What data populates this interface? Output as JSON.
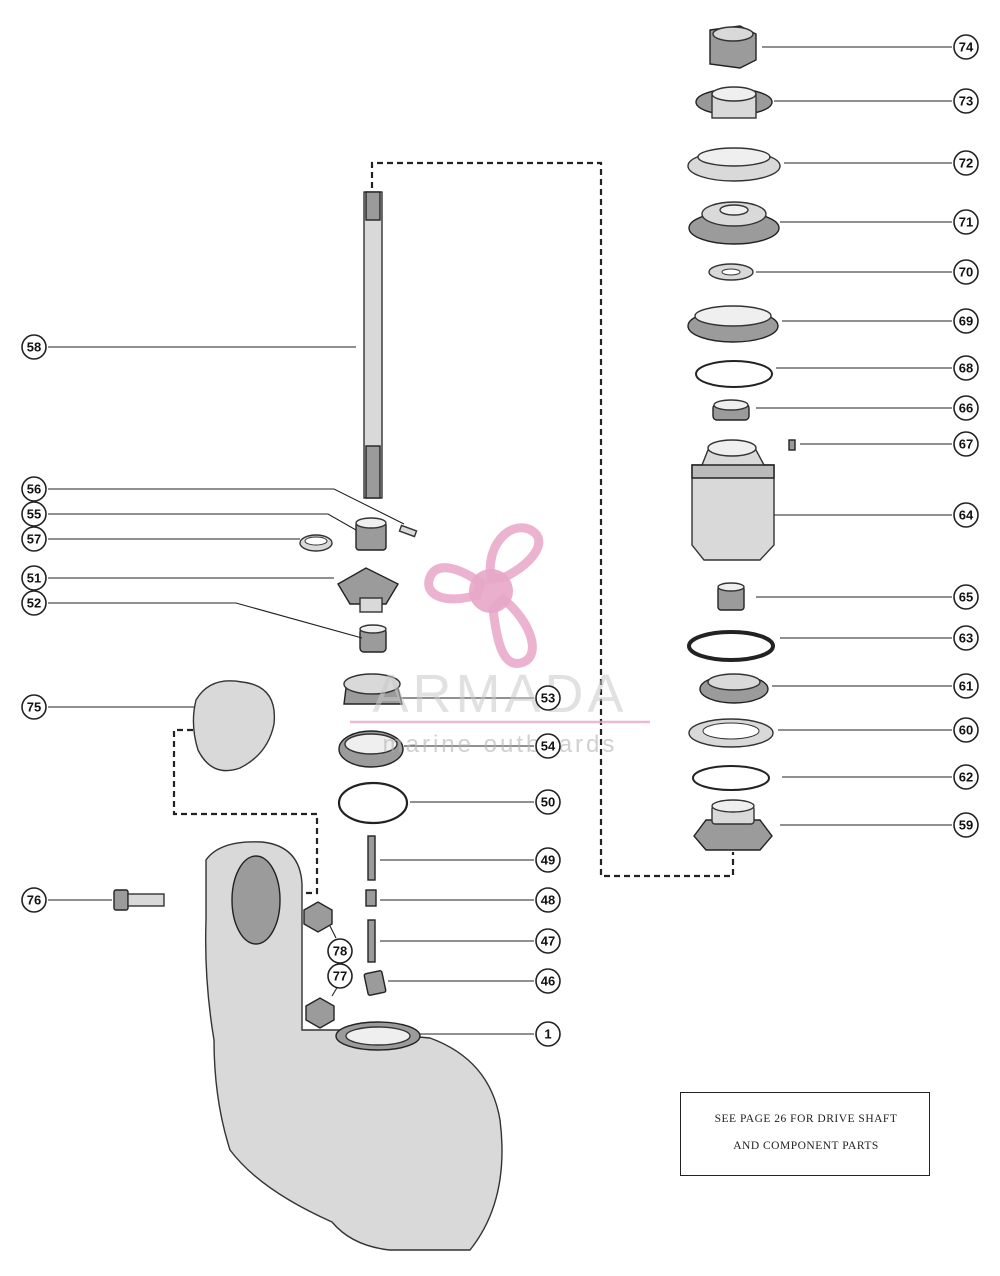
{
  "watermark": {
    "title": "ARMADA",
    "subtitle": "marine outboards",
    "color": "#e7a6c8"
  },
  "note": {
    "line1": "SEE PAGE 26 FOR DRIVE SHAFT",
    "line2": "AND COMPONENT PARTS"
  },
  "callouts": {
    "c74": "74",
    "c73": "73",
    "c72": "72",
    "c71": "71",
    "c70": "70",
    "c69": "69",
    "c68": "68",
    "c66": "66",
    "c67": "67",
    "c64": "64",
    "c65": "65",
    "c63": "63",
    "c61": "61",
    "c60": "60",
    "c62": "62",
    "c59": "59",
    "c58": "58",
    "c56": "56",
    "c55": "55",
    "c57": "57",
    "c51": "51",
    "c52": "52",
    "c75": "75",
    "c53": "53",
    "c54": "54",
    "c50": "50",
    "c49": "49",
    "c48": "48",
    "c47": "47",
    "c46": "46",
    "c76": "76",
    "c78": "78",
    "c77": "77",
    "c1": "1"
  }
}
